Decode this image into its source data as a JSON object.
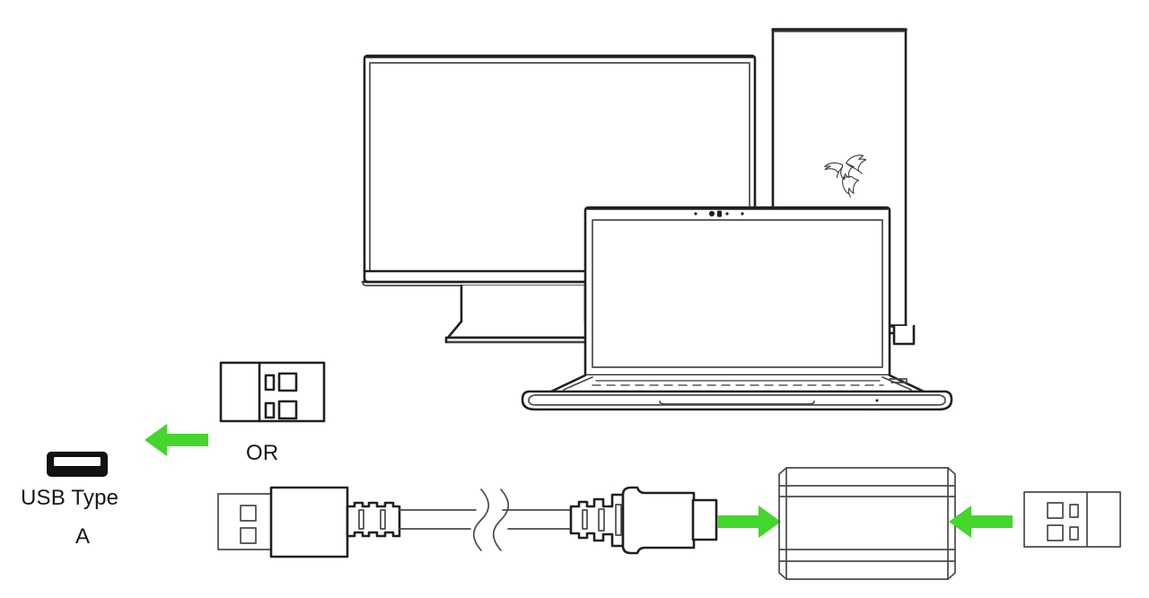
{
  "diagram": {
    "title": "USB Type A connection diagram",
    "background_color": "#ffffff",
    "line_color": "#231f20",
    "accent_color": "#44d62c"
  },
  "labels": {
    "or": "OR",
    "usb_type_line1": "USB Type",
    "usb_type_line2": "A"
  },
  "devices": {
    "monitor": {
      "name": "desktop-monitor",
      "brand_logo": "none"
    },
    "tower": {
      "name": "desktop-tower",
      "brand_logo": "razer-triple-snake"
    },
    "laptop": {
      "name": "laptop",
      "brand_logo": "none"
    },
    "dongle_left": {
      "name": "usb-wireless-dongle"
    },
    "dongle_right": {
      "name": "usb-wireless-dongle"
    },
    "hub": {
      "name": "usb-dock-device"
    },
    "cable": {
      "name": "usb-a-to-usb-c-cable"
    }
  },
  "icons": {
    "usb_port": "usb-type-a-port-icon",
    "arrow_left_top": "arrow-left-icon",
    "arrow_right": "arrow-right-icon",
    "arrow_left_bottom": "arrow-left-icon",
    "razer_logo": "razer-logo-icon",
    "cable_break": "cable-break-icon"
  }
}
